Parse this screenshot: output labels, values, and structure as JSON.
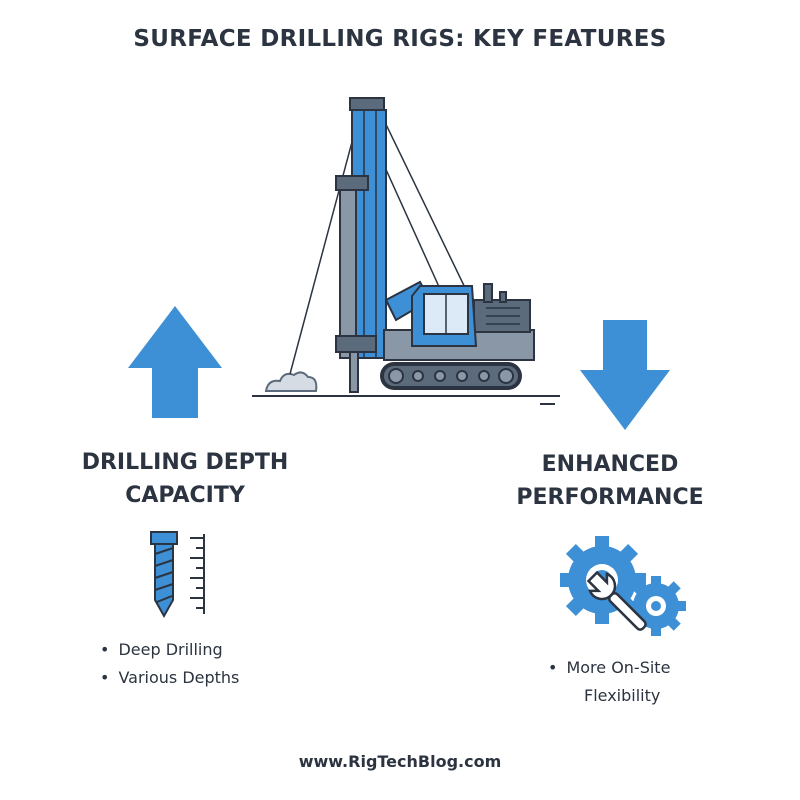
{
  "title": "SURFACE DRILLING RIGS: KEY FEATURES",
  "left": {
    "heading_line1": "DRILLING DEPTH",
    "heading_line2": "CAPACITY",
    "arrow_icon": "arrow-up-icon",
    "feature_icon": "drill-bit-ruler-icon",
    "bullets": [
      "Deep Drilling",
      "Various Depths"
    ]
  },
  "right": {
    "heading_line1": "ENHANCED",
    "heading_line2": "PERFORMANCE",
    "arrow_icon": "arrow-down-icon",
    "feature_icon": "gears-wrench-icon",
    "bullets": [
      [
        "More On-Site",
        "Flexibility"
      ]
    ]
  },
  "illustration": "drilling-rig-icon",
  "footer": "www.RigTechBlog.com",
  "colors": {
    "accent": "#3d8fd6",
    "dark": "#2b3440",
    "steel": "#5b6b7c",
    "light_gray": "#d6dce3"
  }
}
